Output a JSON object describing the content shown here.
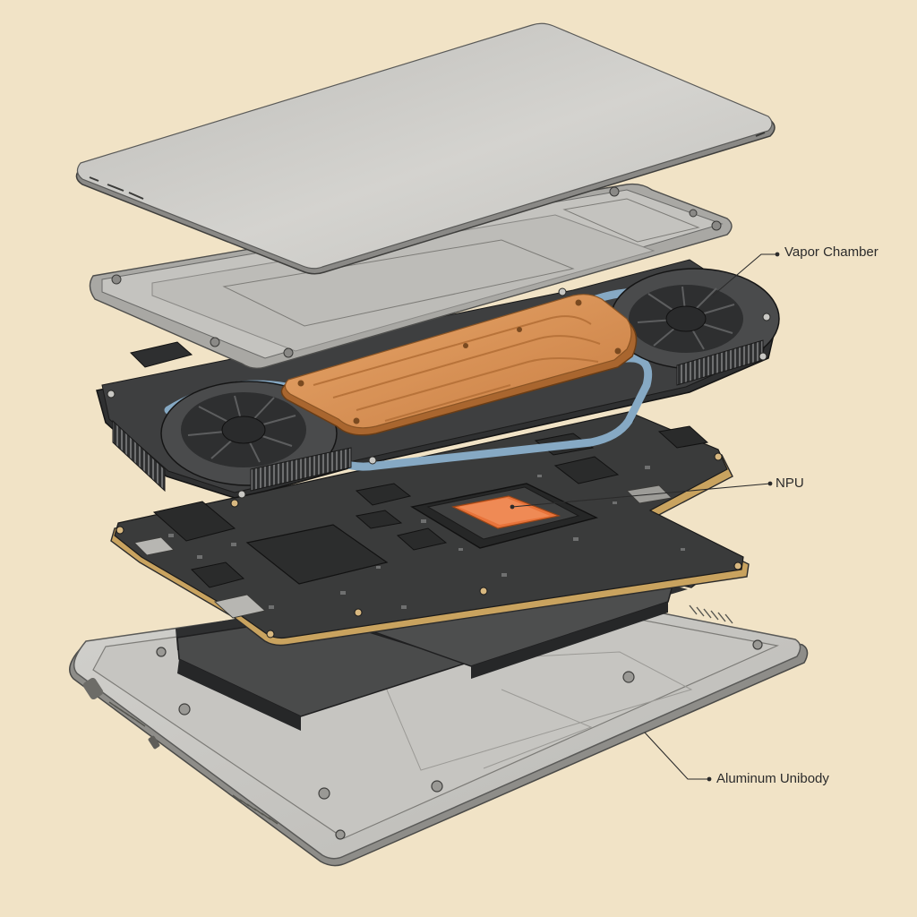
{
  "colors": {
    "background": "#f1e3c6",
    "aluminum": "#c9c8c4",
    "aluminum_dark": "#8e8d89",
    "copper": "#d9955a",
    "copper_dark": "#a9662f",
    "pcb": "#3a3b3b",
    "pcb_edge": "#c9a35f",
    "npu": "#e8743b",
    "heatpipe": "#86a9c4",
    "battery": "#4a4b4b",
    "ink": "#2b2b2b"
  },
  "callouts": [
    {
      "id": "vapor",
      "label": "Vapor Chamber"
    },
    {
      "id": "npu",
      "label": "NPU"
    },
    {
      "id": "body",
      "label": "Aluminum Unibody"
    }
  ]
}
